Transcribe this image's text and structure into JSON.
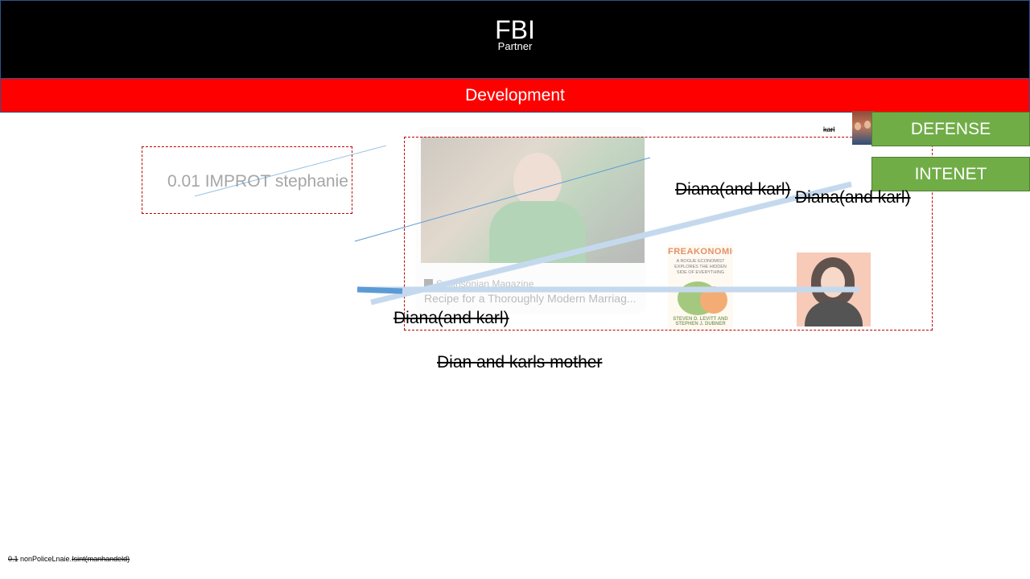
{
  "header": {
    "title": "FBI",
    "subtitle": "Partner"
  },
  "banner": {
    "label": "Development"
  },
  "improt": {
    "text": "0.01 IMPROT stephanie"
  },
  "card": {
    "source": "Smithsonian Magazine",
    "caption": "Recipe for a Thoroughly Modern Marriag..."
  },
  "book": {
    "title": "FREAKONOMICS",
    "subtitle": "A ROGUE ECONOMIST EXPLORES THE HIDDEN SIDE OF EVERYTHING",
    "author": "STEVEN D. LEVITT AND STEPHEN J. DUBNER"
  },
  "buttons": {
    "defense": "DEFENSE",
    "intenet": "INTENET"
  },
  "labels": {
    "karl": "karl",
    "diana_1": "Diana(and karl)",
    "diana_2": "Diana(and karl)",
    "diana_3": "Diana(and karl)",
    "mother": "Dian and karls mother"
  },
  "footer": {
    "struck_prefix": "0.1",
    "middle": " nonPoliceLnaie.",
    "struck_suffix": "Isint(manhandeld)"
  },
  "colors": {
    "header_bg": "#000000",
    "banner_bg": "#ff0000",
    "button_green": "#70ad47",
    "dashed_border": "#c00000",
    "connector_light": "#c5d9ee",
    "connector_dark": "#5b9bd5"
  }
}
